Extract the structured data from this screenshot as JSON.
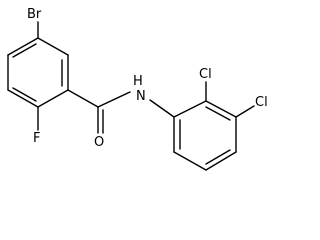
{
  "structure": {
    "atoms": {
      "br": "Br",
      "f": "F",
      "o": "O",
      "n": "N",
      "h": "H",
      "cl_top": "Cl",
      "cl_right": "Cl"
    }
  }
}
